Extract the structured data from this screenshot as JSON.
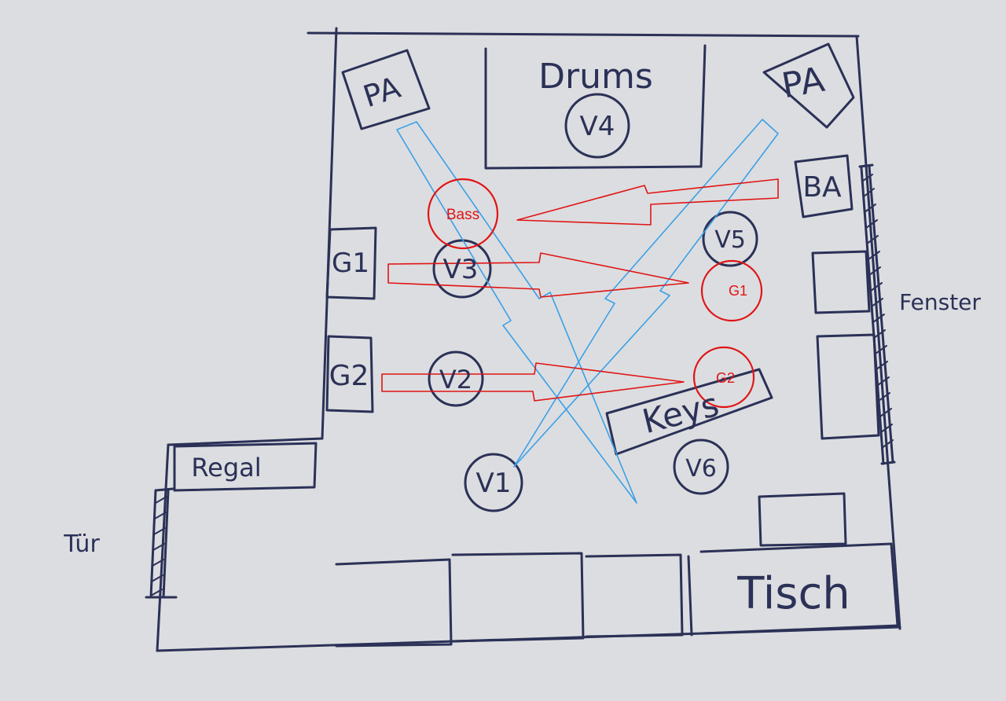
{
  "colors": {
    "paper": "#dcdde0",
    "ink": "#2b3157",
    "annotation_red": "#e01414",
    "annotation_blue": "#3aa0e8"
  },
  "labels": {
    "drums": "Drums",
    "pa_left": "PA",
    "pa_right": "PA",
    "ba": "BA",
    "g1_amp": "G1",
    "g2_amp": "G2",
    "keys": "Keys",
    "regal": "Regal",
    "tisch": "Tisch",
    "fenster": "Fenster",
    "tuer": "Tür"
  },
  "vocal_positions": {
    "v1": "V1",
    "v2": "V2",
    "v3": "V3",
    "v4": "V4",
    "v5": "V5",
    "v6": "V6"
  },
  "red_markers": {
    "bass": "Bass",
    "g1": "G1",
    "g2": "G2"
  }
}
